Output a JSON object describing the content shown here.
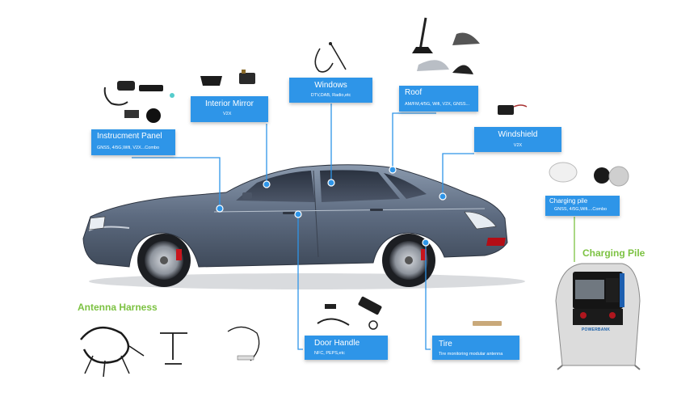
{
  "callouts": {
    "instrument_panel": {
      "title": "Instrucment Panel",
      "sub": "GNSS, 4/5G,Wifi, V2X...Combo"
    },
    "interior_mirror": {
      "title": "Interior Mirror",
      "sub": "V2X"
    },
    "windows": {
      "title": "Windows",
      "sub": "DTV,DAB, Radio,etc"
    },
    "roof": {
      "title": "Roof",
      "sub": "AM/FM,4/5G, Wifi, V2X, GNSS..."
    },
    "windshield": {
      "title": "Windshield",
      "sub": "V2X"
    },
    "charging_pile": {
      "title": "Charging pile",
      "sub": "GNSS, 4/5G,Wifi....Combo"
    },
    "door_handle": {
      "title": "Door Handle",
      "sub": "NFC, PEPS,etc"
    },
    "tire": {
      "title": "Tire",
      "sub": "Tire monitoring modular antenna"
    }
  },
  "headings": {
    "antenna_harness": "Antenna Harness",
    "charging_pile": "Charging Pile"
  },
  "charger_brand": "POWERBANK",
  "colors": {
    "callout": "#2e95e8",
    "heading_green": "#7cc242",
    "connector": "#2e95e8"
  }
}
